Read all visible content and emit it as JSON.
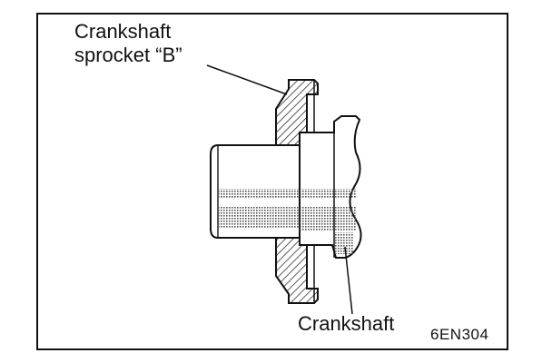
{
  "labels": {
    "sprocket_line1": "Crankshaft",
    "sprocket_line2": "sprocket “B”",
    "crankshaft": "Crankshaft",
    "figure_code": "6EN304"
  },
  "colors": {
    "ink": "#111111",
    "shade": "#9a9a9a",
    "background": "#ffffff"
  }
}
